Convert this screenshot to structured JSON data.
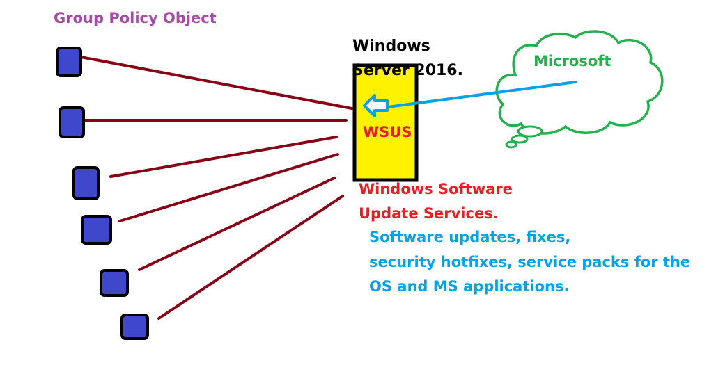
{
  "colors": {
    "gpo_title": "#a64ca6",
    "server_text": "#000000",
    "wsus_text": "#ed1c24",
    "description_text": "#00a2e8",
    "microsoft_text": "#22b14c",
    "client_fill": "#3f48cc",
    "client_border": "#000000",
    "link_line": "#880015",
    "server_fill": "#fff200",
    "cloud_stroke": "#22b14c",
    "arrow": "#00a2e8"
  },
  "labels": {
    "gpo_title": "Group Policy Object",
    "server_line1": "Windows",
    "server_line2": "Server 2016.",
    "wsus": "WSUS",
    "wsus_full_line1": "Windows Software",
    "wsus_full_line2": "Update Services.",
    "description_line1": "Software updates, fixes,",
    "description_line2": "security hotfixes, service packs for the",
    "description_line3": "OS and MS applications.",
    "microsoft": "Microsoft"
  },
  "icons": {
    "client": "client-computer-icon",
    "cloud": "cloud-icon",
    "arrow": "left-arrow-icon"
  }
}
